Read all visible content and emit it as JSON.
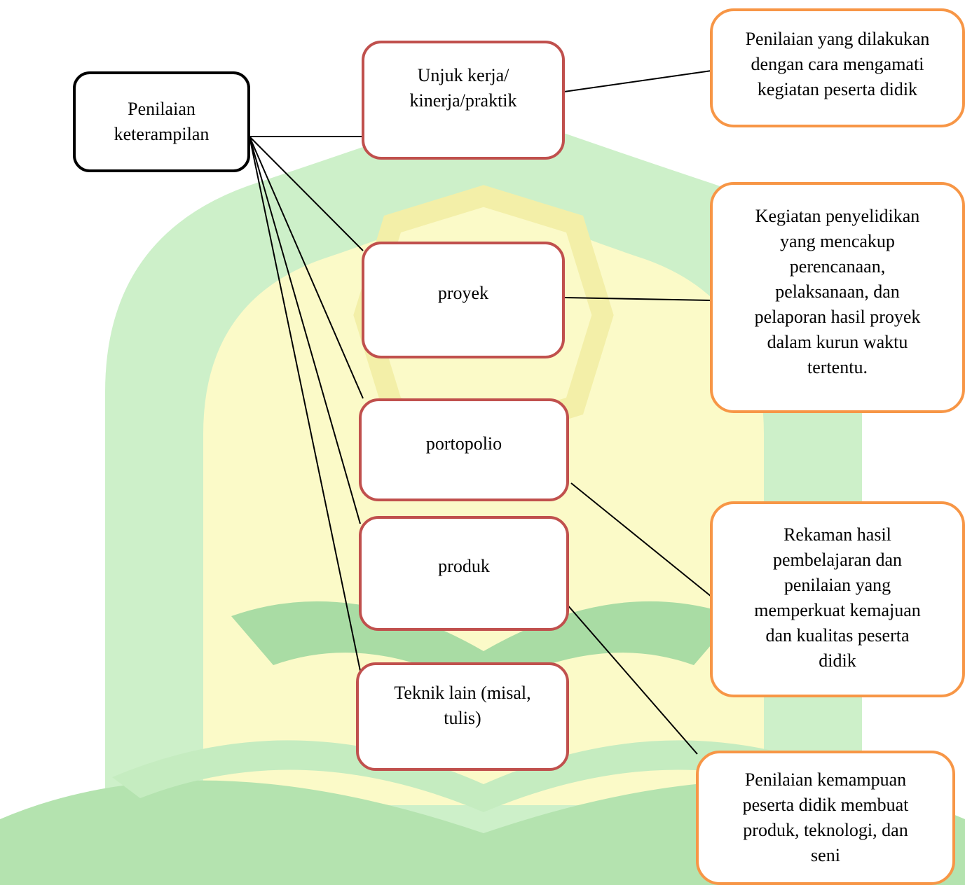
{
  "colors": {
    "root_border": "#000000",
    "category_border": "#c0504d",
    "description_border": "#f79646",
    "watermark_green": "#cdf0c9",
    "watermark_yellow": "#fbfac8"
  },
  "root": {
    "label": "Penilaian\nketerampilan"
  },
  "categories": [
    {
      "label": "Unjuk kerja/\nkinerja/praktik"
    },
    {
      "label": "proyek"
    },
    {
      "label": "portopolio"
    },
    {
      "label": "produk"
    },
    {
      "label": "Teknik lain (misal,\ntulis)"
    }
  ],
  "descriptions": [
    {
      "text": "Penilaian yang dilakukan\ndengan cara mengamati\nkegiatan peserta didik"
    },
    {
      "text": "Kegiatan penyelidikan\nyang mencakup\nperencanaan,\npelaksanaan, dan\npelaporan hasil proyek\ndalam kurun waktu\ntertentu."
    },
    {
      "text": "Rekaman hasil\npembelajaran dan\npenilaian yang\nmemperkuat kemajuan\ndan kualitas  peserta\ndidik"
    },
    {
      "text": "Penilaian kemampuan\npeserta didik membuat\nproduk, teknologi, dan\nseni"
    }
  ]
}
